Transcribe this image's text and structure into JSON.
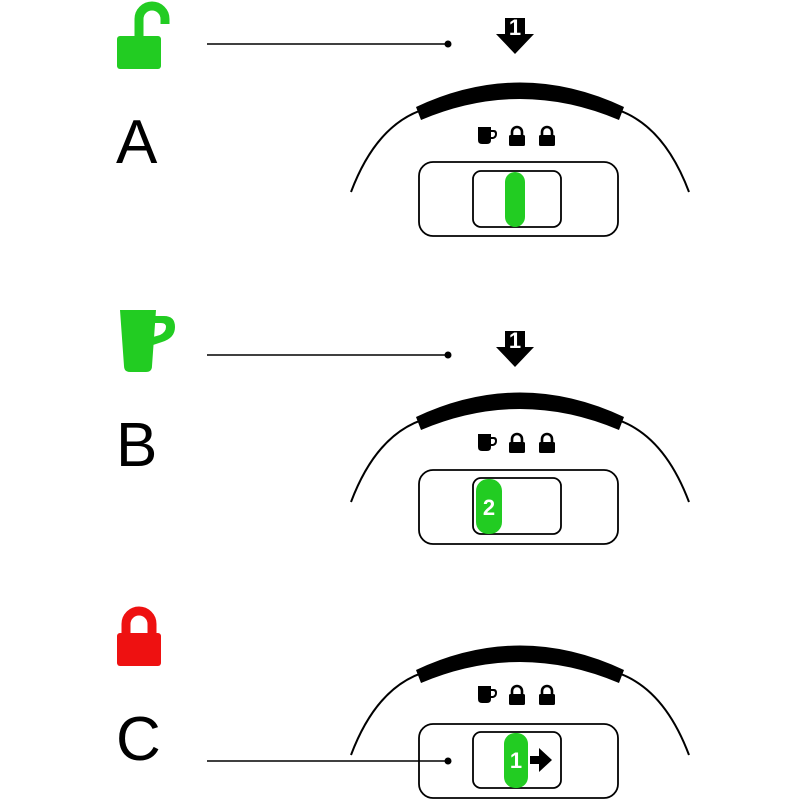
{
  "colors": {
    "green": "#22cc22",
    "red": "#ee1111",
    "ink": "#000000",
    "paper": "#ffffff"
  },
  "panels": [
    {
      "letter": "A",
      "status_icon": "unlocked-padlock-icon",
      "status_color": "#22cc22",
      "press_arrow_label": "1",
      "slider_position": "center",
      "slider_label": "",
      "slider_direction_arrow": false,
      "mode_icons": [
        "cup-icon",
        "padlock-icon",
        "padlock-icon"
      ]
    },
    {
      "letter": "B",
      "status_icon": "cup-icon",
      "status_color": "#22cc22",
      "press_arrow_label": "1",
      "slider_position": "left",
      "slider_label": "2",
      "slider_direction_arrow": false,
      "mode_icons": [
        "cup-icon",
        "padlock-icon",
        "padlock-icon"
      ]
    },
    {
      "letter": "C",
      "status_icon": "locked-padlock-icon",
      "status_color": "#ee1111",
      "press_arrow_label": "",
      "slider_position": "center",
      "slider_label": "1",
      "slider_direction_arrow": true,
      "mode_icons": [
        "cup-icon",
        "padlock-icon",
        "padlock-icon"
      ]
    }
  ]
}
